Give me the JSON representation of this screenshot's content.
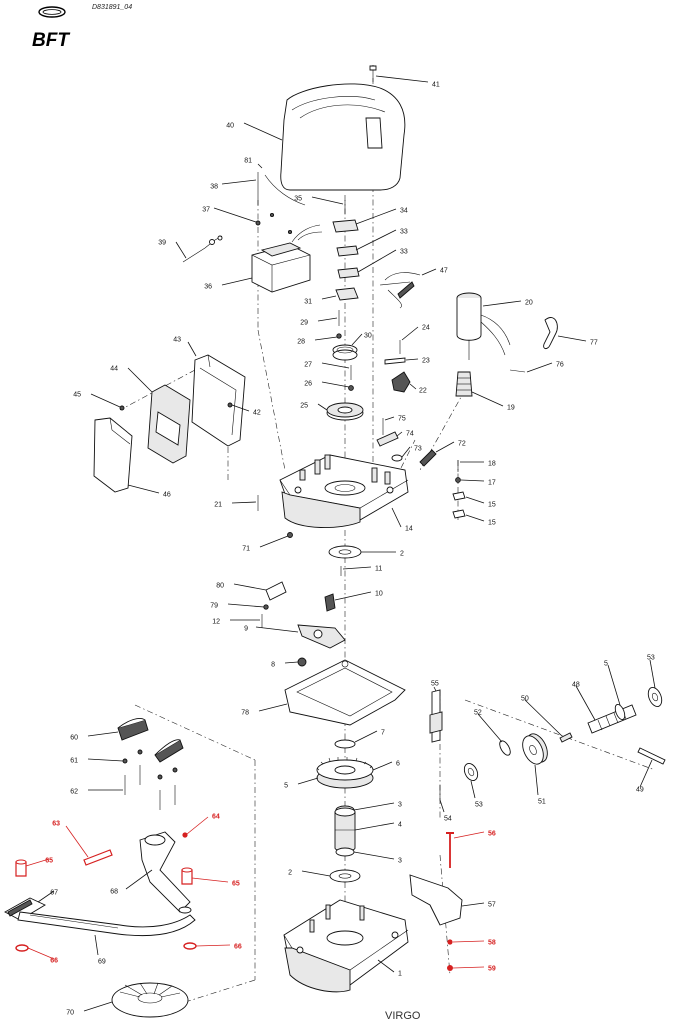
{
  "header": {
    "drawing_code": "D831891_04",
    "logo_text": "BFT"
  },
  "footer": {
    "model_name": "VIRGO"
  },
  "colors": {
    "line": "#111111",
    "accent_red": "#d62020",
    "fill_light": "#e8e8e8",
    "fill_dark": "#555555"
  },
  "callouts": [
    {
      "key": "c41",
      "label": "41",
      "red": false
    },
    {
      "key": "c40",
      "label": "40",
      "red": false
    },
    {
      "key": "c81",
      "label": "81",
      "red": false
    },
    {
      "key": "c38",
      "label": "38",
      "red": false
    },
    {
      "key": "c35",
      "label": "35",
      "red": false
    },
    {
      "key": "c37",
      "label": "37",
      "red": false
    },
    {
      "key": "c34",
      "label": "34",
      "red": false
    },
    {
      "key": "c33a",
      "label": "33",
      "red": false
    },
    {
      "key": "c33b",
      "label": "33",
      "red": false
    },
    {
      "key": "c39",
      "label": "39",
      "red": false
    },
    {
      "key": "c36",
      "label": "36",
      "red": false
    },
    {
      "key": "c47",
      "label": "47",
      "red": false
    },
    {
      "key": "c31",
      "label": "31",
      "red": false
    },
    {
      "key": "c20",
      "label": "20",
      "red": false
    },
    {
      "key": "c29",
      "label": "29",
      "red": false
    },
    {
      "key": "c28",
      "label": "28",
      "red": false
    },
    {
      "key": "c30",
      "label": "30",
      "red": false
    },
    {
      "key": "c24",
      "label": "24",
      "red": false
    },
    {
      "key": "c77",
      "label": "77",
      "red": false
    },
    {
      "key": "c43",
      "label": "43",
      "red": false
    },
    {
      "key": "c27",
      "label": "27",
      "red": false
    },
    {
      "key": "c23",
      "label": "23",
      "red": false
    },
    {
      "key": "c76",
      "label": "76",
      "red": false
    },
    {
      "key": "c44",
      "label": "44",
      "red": false
    },
    {
      "key": "c26",
      "label": "26",
      "red": false
    },
    {
      "key": "c22",
      "label": "22",
      "red": false
    },
    {
      "key": "c45",
      "label": "45",
      "red": false
    },
    {
      "key": "c42",
      "label": "42",
      "red": false
    },
    {
      "key": "c25",
      "label": "25",
      "red": false
    },
    {
      "key": "c19",
      "label": "19",
      "red": false
    },
    {
      "key": "c75",
      "label": "75",
      "red": false
    },
    {
      "key": "c74",
      "label": "74",
      "red": false
    },
    {
      "key": "c73",
      "label": "73",
      "red": false
    },
    {
      "key": "c72",
      "label": "72",
      "red": false
    },
    {
      "key": "c18",
      "label": "18",
      "red": false
    },
    {
      "key": "c17",
      "label": "17",
      "red": false
    },
    {
      "key": "c46",
      "label": "46",
      "red": false
    },
    {
      "key": "c15a",
      "label": "15",
      "red": false
    },
    {
      "key": "c21",
      "label": "21",
      "red": false
    },
    {
      "key": "c15b",
      "label": "15",
      "red": false
    },
    {
      "key": "c14",
      "label": "14",
      "red": false
    },
    {
      "key": "c71",
      "label": "71",
      "red": false
    },
    {
      "key": "c2a",
      "label": "2",
      "red": false
    },
    {
      "key": "c11",
      "label": "11",
      "red": false
    },
    {
      "key": "c80",
      "label": "80",
      "red": false
    },
    {
      "key": "c10",
      "label": "10",
      "red": false
    },
    {
      "key": "c79",
      "label": "79",
      "red": false
    },
    {
      "key": "c12",
      "label": "12",
      "red": false
    },
    {
      "key": "c9",
      "label": "9",
      "red": false
    },
    {
      "key": "c8",
      "label": "8",
      "red": false
    },
    {
      "key": "c55",
      "label": "55",
      "red": false
    },
    {
      "key": "c5a",
      "label": "5",
      "red": false
    },
    {
      "key": "c53a",
      "label": "53",
      "red": false
    },
    {
      "key": "c48",
      "label": "48",
      "red": false
    },
    {
      "key": "c50",
      "label": "50",
      "red": false
    },
    {
      "key": "c78",
      "label": "78",
      "red": false
    },
    {
      "key": "c52",
      "label": "52",
      "red": false
    },
    {
      "key": "c7",
      "label": "7",
      "red": false
    },
    {
      "key": "c60",
      "label": "60",
      "red": false
    },
    {
      "key": "c61",
      "label": "61",
      "red": false
    },
    {
      "key": "c6",
      "label": "6",
      "red": false
    },
    {
      "key": "c5b",
      "label": "5",
      "red": false
    },
    {
      "key": "c62",
      "label": "62",
      "red": false
    },
    {
      "key": "c49",
      "label": "49",
      "red": false
    },
    {
      "key": "c51",
      "label": "51",
      "red": false
    },
    {
      "key": "c53b",
      "label": "53",
      "red": false
    },
    {
      "key": "c3a",
      "label": "3",
      "red": false
    },
    {
      "key": "c54",
      "label": "54",
      "red": false
    },
    {
      "key": "c64",
      "label": "64",
      "red": true
    },
    {
      "key": "c63",
      "label": "63",
      "red": true
    },
    {
      "key": "c4",
      "label": "4",
      "red": false
    },
    {
      "key": "c56",
      "label": "56",
      "red": true
    },
    {
      "key": "c3b",
      "label": "3",
      "red": false
    },
    {
      "key": "c65a",
      "label": "65",
      "red": true
    },
    {
      "key": "c68",
      "label": "68",
      "red": false
    },
    {
      "key": "c2b",
      "label": "2",
      "red": false
    },
    {
      "key": "c65b",
      "label": "65",
      "red": true
    },
    {
      "key": "c67",
      "label": "67",
      "red": false
    },
    {
      "key": "c57",
      "label": "57",
      "red": false
    },
    {
      "key": "c69",
      "label": "69",
      "red": false
    },
    {
      "key": "c66a",
      "label": "66",
      "red": true
    },
    {
      "key": "c66b",
      "label": "66",
      "red": true
    },
    {
      "key": "c58",
      "label": "58",
      "red": true
    },
    {
      "key": "c1",
      "label": "1",
      "red": false
    },
    {
      "key": "c59",
      "label": "59",
      "red": true
    },
    {
      "key": "c70",
      "label": "70",
      "red": false
    }
  ]
}
